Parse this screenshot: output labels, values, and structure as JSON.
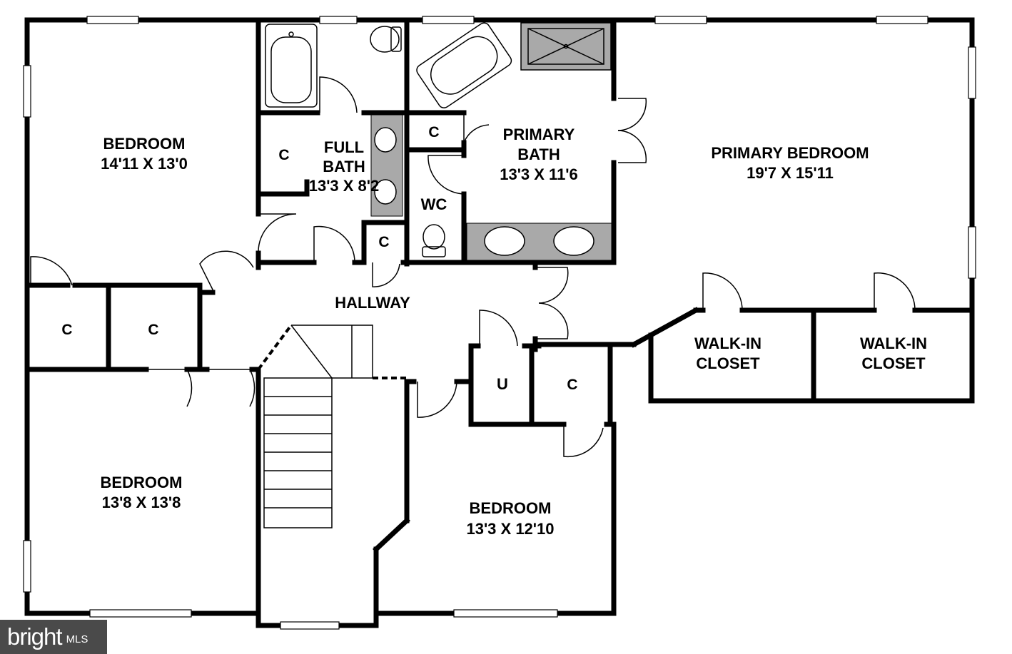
{
  "rooms": {
    "bedroom_nw": {
      "name": "BEDROOM",
      "dims": "14'11 X 13'0"
    },
    "full_bath": {
      "name_line1": "FULL",
      "name_line2": "BATH",
      "dims": "13'3 X 8'2"
    },
    "primary_bath": {
      "name_line1": "PRIMARY",
      "name_line2": "BATH",
      "dims": "13'3 X 11'6"
    },
    "primary_bedroom": {
      "name": "PRIMARY BEDROOM",
      "dims": "19'7 X 15'11"
    },
    "hallway": {
      "name": "HALLWAY"
    },
    "bedroom_sw": {
      "name": "BEDROOM",
      "dims": "13'8 X 13'8"
    },
    "bedroom_s": {
      "name": "BEDROOM",
      "dims": "13'3 X 12'10"
    },
    "walkin_1": {
      "name_line1": "WALK-IN",
      "name_line2": "CLOSET"
    },
    "walkin_2": {
      "name_line1": "WALK-IN",
      "name_line2": "CLOSET"
    },
    "wc": {
      "name": "WC"
    },
    "utility": {
      "name": "U"
    },
    "closets": {
      "full_bath": "C",
      "primary_bath": "C",
      "hall_linen": "C",
      "west_1": "C",
      "west_2": "C",
      "bedroom_s": "C"
    }
  },
  "watermark": {
    "brand": "bright",
    "suffix": "MLS"
  },
  "colors": {
    "wall": "#000000",
    "fixture_fill": "#a9a9a9",
    "watermark_bg": "#4a4a4a"
  }
}
